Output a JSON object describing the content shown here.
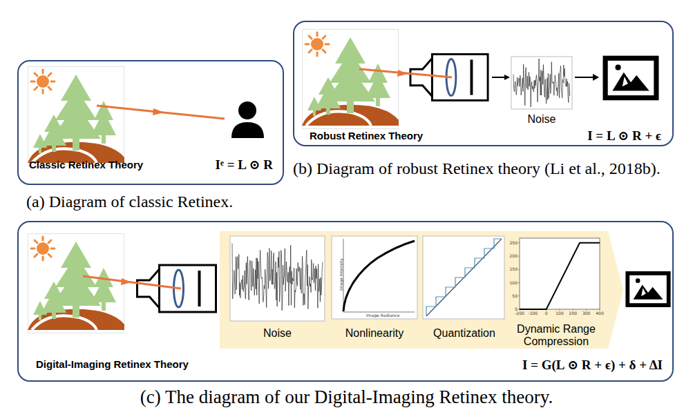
{
  "diagram": {
    "nodes": [
      {
        "text": [
          "Classic Retinex Theory",
          "Iᵉ = L ⊙ R"
        ]
      },
      {
        "text": [
          "Robust Retinex Theory",
          "I = L ⊙ R + ϵ"
        ]
      },
      {
        "text": [
          "Noise"
        ],
        "in": 1
      },
      {
        "text": [
          "Digital-Imaging Retinex Theory",
          "I = G(L ⊙ R + ϵ) + δ + ΔI"
        ]
      },
      {
        "text": [
          "Noise"
        ],
        "in": 3
      },
      {
        "text": [
          "Nonlinearity"
        ],
        "in": 3
      },
      {
        "text": [
          "Quantization"
        ],
        "in": 3
      },
      {
        "text": [
          "Dynamic Range Compression"
        ],
        "in": 3
      }
    ],
    "labels": [
      "(a) Diagram of classic Retinex.",
      "(b) Diagram of robust Retinex theory (Li et al., 2018b).",
      "(c) The diagram of our Digital-Imaging Retinex theory.",
      "Image Intensity",
      "Image Radiance",
      "250",
      "200",
      "150",
      "100",
      "50",
      "0",
      "-200",
      "-100",
      "0",
      "100",
      "200",
      "300",
      "400"
    ]
  }
}
